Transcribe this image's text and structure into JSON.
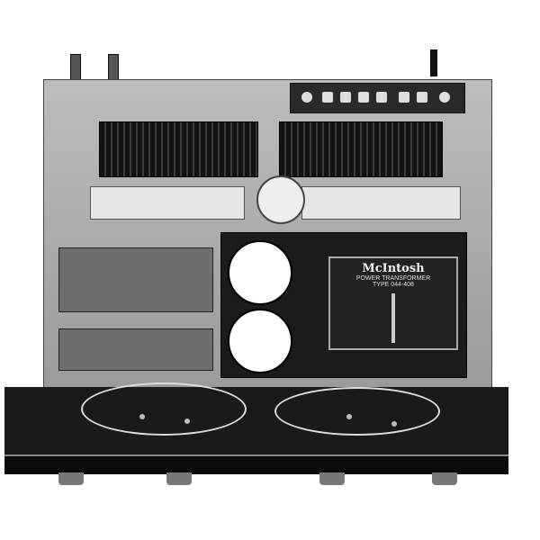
{
  "transformer_label": {
    "brand": "McIntosh",
    "title": "POWER TRANSFORMER",
    "type": "TYPE 044-408"
  }
}
